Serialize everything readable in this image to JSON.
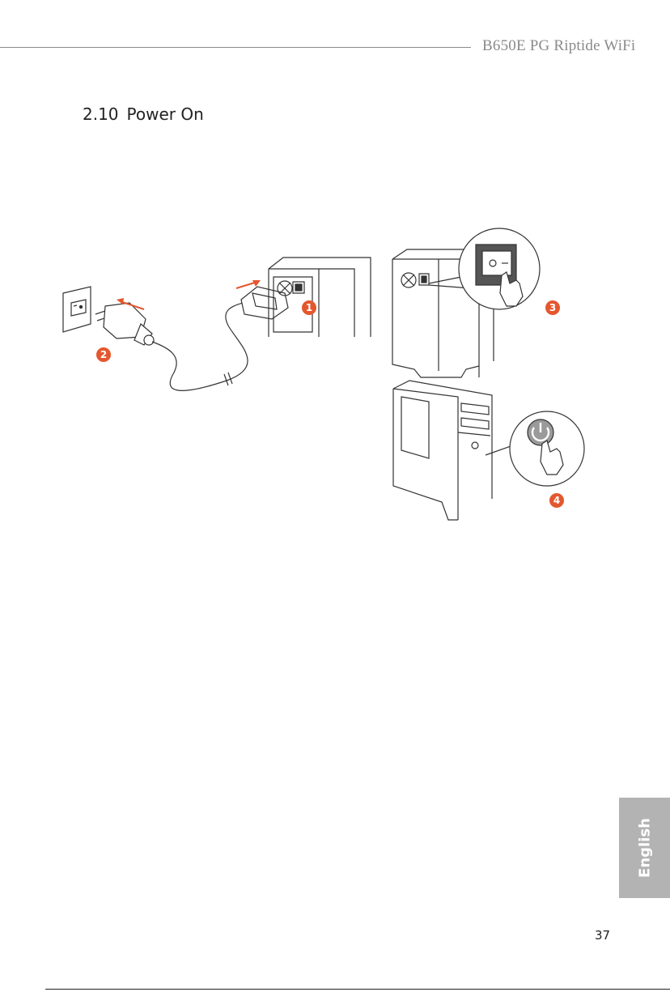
{
  "header": {
    "title": "B650E PG Riptide WiFi"
  },
  "section": {
    "number": "2.10",
    "title": "Power On"
  },
  "figure": {
    "steps": [
      "1",
      "2",
      "3",
      "4"
    ],
    "colors": {
      "step_badge": "#e4572e",
      "arrow": "#e4572e",
      "switch_body": "#555555",
      "button": "#9a9a9a"
    },
    "icons": [
      "wall-outlet-icon",
      "power-plug-icon",
      "computer-case-icon",
      "rocker-switch-icon",
      "power-button-icon",
      "pointing-hand-icon"
    ]
  },
  "sidebar": {
    "language_label": "English"
  },
  "footer": {
    "page_number": "37"
  }
}
